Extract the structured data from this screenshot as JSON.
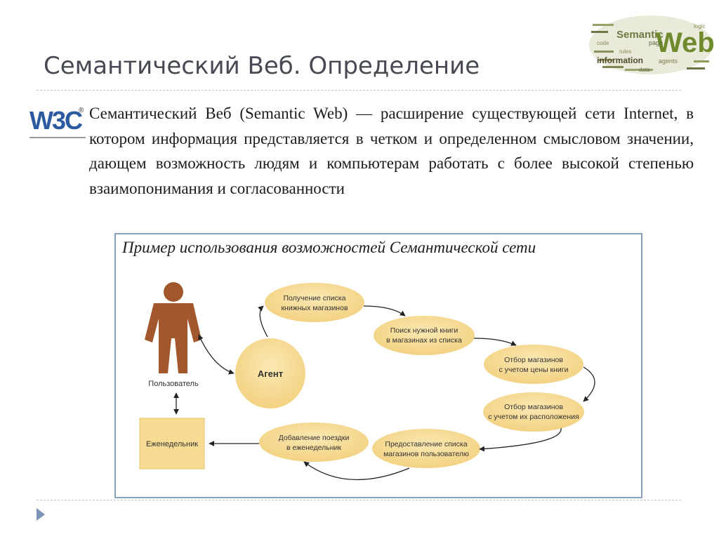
{
  "slide": {
    "title": "Семантический Веб. Определение",
    "definition": "Семантический Веб (Semantic Web) — расширение существующей сети Internet, в котором информация представляется в четком и определенном смысловом значении, дающем возможность людям и компьютерам работать с более высокой степенью взаимопонимания и согласованности"
  },
  "logos": {
    "w3c": {
      "text": "W3C",
      "mark": "®"
    },
    "word_cloud": {
      "big": "Web",
      "mid": "Semantic",
      "small": "information",
      "extra": [
        "agents",
        "page",
        "code",
        "data",
        "logic",
        "rules"
      ]
    }
  },
  "diagram": {
    "caption": "Пример использования возможностей Семантической сети",
    "user_label": "Пользователь",
    "agent_label": "Агент",
    "calendar_label": "Еженедельник",
    "steps": [
      {
        "line1": "Получение списка",
        "line2": "книжных магазинов"
      },
      {
        "line1": "Поиск нужной книги",
        "line2": "в магазинах из списка"
      },
      {
        "line1": "Отбор магазинов",
        "line2": "с учетом цены книги"
      },
      {
        "line1": "Отбор магазинов",
        "line2": "с учетом их расположения"
      },
      {
        "line1": "Предоставление списка",
        "line2": "магазинов пользователю"
      },
      {
        "line1": "Добавление поездки",
        "line2": "в еженедельник"
      }
    ]
  },
  "colors": {
    "title": "#474a52",
    "ellipse_fill": "#f8dc93",
    "box_fill": "#f8dc93",
    "person": "#a2582c",
    "frame_border": "#8aa2bf",
    "w3c_blue": "#2c5aa0"
  }
}
